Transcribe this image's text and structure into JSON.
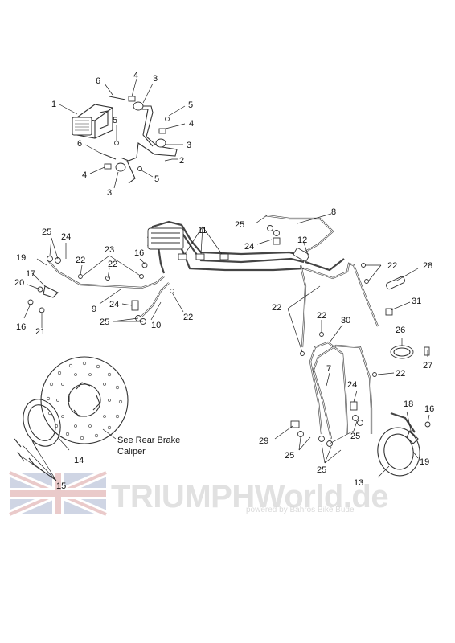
{
  "callouts": {
    "c1": "1",
    "c2": "2",
    "c3a": "3",
    "c3b": "3",
    "c3c": "3",
    "c4a": "4",
    "c4b": "4",
    "c4c": "4",
    "c5a": "5",
    "c5b": "5",
    "c5c": "5",
    "c6a": "6",
    "c6b": "6",
    "c7": "7",
    "c8": "8",
    "c9": "9",
    "c10": "10",
    "c11": "11",
    "c12": "12",
    "c13": "13",
    "c14": "14",
    "c15": "15",
    "c16a": "16",
    "c16b": "16",
    "c16c": "16",
    "c17": "17",
    "c18": "18",
    "c19a": "19",
    "c19b": "19",
    "c20": "20",
    "c21": "21",
    "c22a": "22",
    "c22b": "22",
    "c22c": "22",
    "c22d": "22",
    "c22e": "22",
    "c22f": "22",
    "c22g": "22",
    "c23": "23",
    "c24a": "24",
    "c24b": "24",
    "c24c": "24",
    "c24d": "24",
    "c25a": "25",
    "c25b": "25",
    "c25c": "25",
    "c25d": "25",
    "c25e": "25",
    "c25f": "25",
    "c26": "26",
    "c27": "27",
    "c28": "28",
    "c29": "29",
    "c30": "30",
    "c31": "31"
  },
  "note": {
    "line1": "See Rear Brake",
    "line2": "Caliper"
  },
  "watermark": {
    "brand_prefix": "TRIUMPH",
    "brand_suffix": "World.de",
    "tagline": "powered by Bahros Bike Bude"
  },
  "colors": {
    "line": "#333333",
    "watermark": "#c9c9c9",
    "flag_red": "#d9a0a0",
    "flag_blue": "#a9b4cf"
  }
}
